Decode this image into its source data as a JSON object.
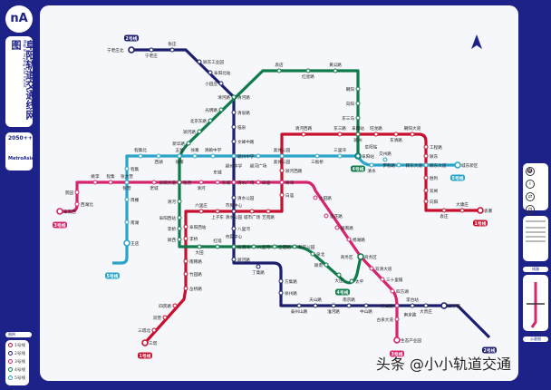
{
  "sidebar": {
    "logo": "nA",
    "title": "阜阳轨道交通线网图",
    "subtitle": "Map of Fuyang Rail Transit",
    "year": "2050++",
    "brand": "MetroAsia",
    "legend_title": "图例",
    "legend": [
      {
        "label": "1号线",
        "color": "#c8102e"
      },
      {
        "label": "2号线",
        "color": "#1c1f6e"
      },
      {
        "label": "3号线",
        "color": "#d6246e"
      },
      {
        "label": "4号线",
        "color": "#0f7a4a"
      },
      {
        "label": "5号线",
        "color": "#2aa5c9"
      }
    ]
  },
  "right_panel": {
    "icons": [
      "train-icon",
      "info-icon",
      "transfer-icon",
      "clock-icon"
    ],
    "tag1": "线路",
    "tag2": "示意图"
  },
  "compass": "N",
  "lines": [
    {
      "id": "1",
      "label": "1号线",
      "color": "#c8102e",
      "stations": [
        "三塔",
        "三塔北",
        "双营",
        "四宾路",
        "岳桥路",
        "竹园路",
        "南韩路",
        "李桥",
        "阜阳西站",
        "六里庄",
        "上子东",
        "清水公园",
        "城市广场",
        "艺苑路",
        "白庙",
        "颍河西路",
        "奥体公园",
        "清河西路",
        "东三路",
        "阜阳站",
        "旺龙路",
        "东清路",
        "朝阳大道",
        "工程路",
        "颍东",
        "颍东大道",
        "胜利",
        "双闸",
        "向阳",
        "袁庄",
        "大康庄",
        "袁寨"
      ]
    },
    {
      "id": "2",
      "label": "2号线",
      "color": "#1c1f6e",
      "stations": [
        "宁老庄北",
        "宁老庄",
        "张庄",
        "颍东工业园",
        "阜阳北站",
        "小田庄",
        "清河路",
        "清泉路",
        "临泉",
        "文峰中路",
        "颍州中学",
        "东城",
        "清水公园",
        "市民中心",
        "八里河",
        "双清湾",
        "颍河路",
        "丁集路",
        "方集路",
        "徐州路",
        "泰州山路",
        "天山路",
        "淮河路",
        "南京路",
        "中山路",
        "黄山路",
        "李台站",
        "大贵庄",
        "四十铺"
      ]
    },
    {
      "id": "3",
      "label": "3号线",
      "color": "#d6246e",
      "stations": [
        "阜南西",
        "西湖北",
        "景园",
        "姚李",
        "程集",
        "张营",
        "老城",
        "泉颍大道",
        "清河",
        "东城",
        "清水广场",
        "白庙",
        "奇湾",
        "大田路",
        "莲花路",
        "颍南路",
        "杨湖路",
        "商务区",
        "双清大道",
        "三十里铺",
        "四方湖",
        "南京路",
        "古泉大道",
        "生态产业园"
      ]
    },
    {
      "id": "4",
      "label": "4号线",
      "color": "#0f7a4a",
      "stations": [
        "阜阳站",
        "颍州",
        "东三马",
        "向阳",
        "朝阳",
        "黄瓜路",
        "红星路",
        "袁店",
        "清河路",
        "光明路",
        "北京东路",
        "颍河路",
        "新华路",
        "徐寨",
        "张营",
        "清河",
        "阜阳西站",
        "李桥",
        "颍西",
        "大田",
        "红墙",
        "市民中心",
        "八里河",
        "合肥路",
        "和平公园",
        "泉北",
        "颍南",
        "大庄",
        "太平",
        "商务区"
      ]
    },
    {
      "id": "5",
      "label": "5号线",
      "color": "#2aa5c9",
      "stations": [
        "城东新区",
        "颍东大道",
        "伊春路",
        "交州路",
        "清水",
        "阜阳站",
        "三里湾",
        "三板桥",
        "奥体公园",
        "颍河广场",
        "颍州中学",
        "清颖中学",
        "徐寨",
        "五星",
        "西湖",
        "程集北",
        "程集",
        "张大营",
        "周棚",
        "南湖",
        "王店"
      ]
    }
  ],
  "watermark": "头条 @小小轨道交通"
}
